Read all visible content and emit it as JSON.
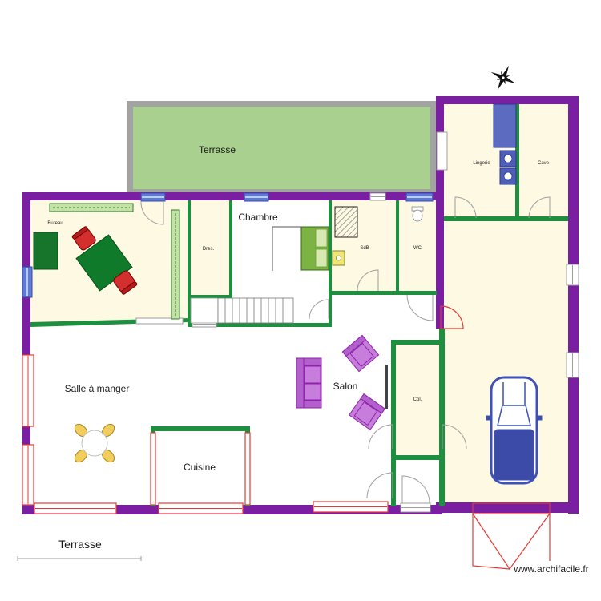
{
  "rooms": {
    "chambre": "Chambre",
    "bureau": "Bureau",
    "dressing": "Dres.",
    "sdb": "SdB",
    "wc": "WC",
    "lingerie": "Lingerie",
    "cave": "Cave",
    "salle_a_manger": "Salle à manger",
    "salon": "Salon",
    "cellier": "Col.",
    "cuisine": "Cuisine"
  },
  "outdoor": {
    "terrasse_top": "Terrasse",
    "terrasse_bottom": "Terrasse"
  },
  "watermark": "www.archifacile.fr",
  "icons": [
    "compass-rose-icon",
    "car-icon",
    "desk-icon",
    "office-chair-icon",
    "bed-icon",
    "shower-icon",
    "sink-icon",
    "toilet-icon",
    "washer-icon",
    "dryer-icon",
    "sofa-icon",
    "armchair-icon",
    "dining-table-icon",
    "dining-chair-icon",
    "tv-icon",
    "stairs-icon"
  ],
  "colors": {
    "exterior_wall": "#7b1fa2",
    "interior_wall": "#1e8f3e",
    "room_fill": "#fdf9e3",
    "terrace_fill": "#a9d08e",
    "window_red": "#e53935",
    "window_blue": "#5c7bd6",
    "furniture_purple": "#c77ddb",
    "car_blue": "#3f51b5"
  }
}
